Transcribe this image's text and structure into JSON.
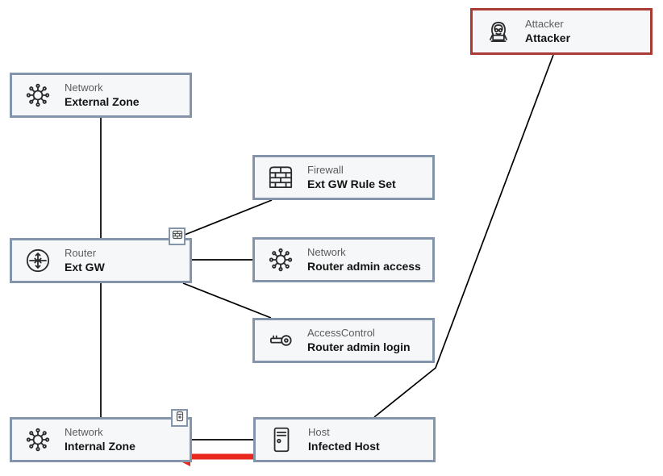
{
  "diagram": {
    "nodes": [
      {
        "id": "attacker",
        "type": "Attacker",
        "name": "Attacker",
        "icon": "hacker-icon"
      },
      {
        "id": "external-zone",
        "type": "Network",
        "name": "External Zone",
        "icon": "network-hub-icon"
      },
      {
        "id": "firewall",
        "type": "Firewall",
        "name": "Ext GW Rule Set",
        "icon": "firewall-bricks-icon"
      },
      {
        "id": "router",
        "type": "Router",
        "name": "Ext GW",
        "icon": "router-arrows-icon"
      },
      {
        "id": "router-admin-access",
        "type": "Network",
        "name": "Router admin access",
        "icon": "network-hub-icon"
      },
      {
        "id": "router-admin-login",
        "type": "AccessControl",
        "name": "Router admin login",
        "icon": "key-icon"
      },
      {
        "id": "internal-zone",
        "type": "Network",
        "name": "Internal Zone",
        "icon": "network-hub-icon"
      },
      {
        "id": "infected-host",
        "type": "Host",
        "name": "Infected Host",
        "icon": "server-icon"
      }
    ],
    "badges": [
      {
        "on": "router",
        "icon": "firewall-badge-icon"
      },
      {
        "on": "internal-zone",
        "icon": "host-badge-icon"
      }
    ],
    "edges": [
      {
        "from": "external-zone",
        "to": "router"
      },
      {
        "from": "router",
        "to": "internal-zone"
      },
      {
        "from": "firewall",
        "to": "router"
      },
      {
        "from": "router",
        "to": "router-admin-access"
      },
      {
        "from": "router",
        "to": "router-admin-login"
      },
      {
        "from": "attacker",
        "to": "infected-host"
      },
      {
        "from": "internal-zone",
        "to": "infected-host"
      }
    ],
    "annotation_arrow": {
      "direction": "left",
      "from": "infected-host",
      "to": "internal-zone"
    },
    "colors": {
      "node_border": "#8495ab",
      "attacker_border": "#a93b34",
      "node_fill": "#f6f7f9",
      "edge_line": "#000000",
      "annotation_arrow": "#e8281e",
      "type_text": "#5c5c5c",
      "name_text": "#141414"
    }
  }
}
